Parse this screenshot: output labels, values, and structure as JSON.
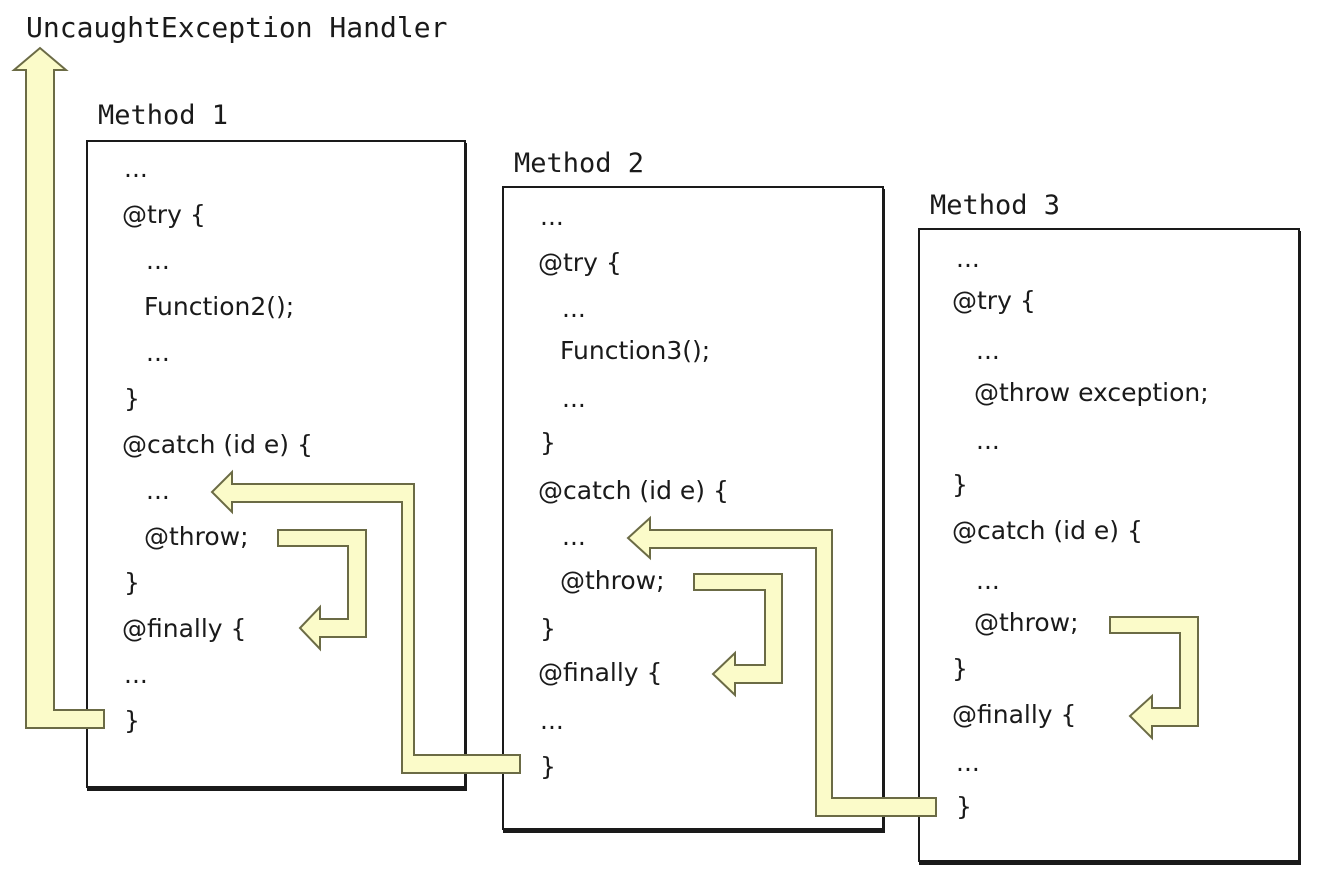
{
  "handler_title": "UncaughtException Handler",
  "methods": [
    {
      "title": "Method 1",
      "lines": [
        "...",
        "@try {",
        "...",
        "Function2();",
        "...",
        "}",
        "@catch (id e) {",
        "...",
        "@throw;",
        "}",
        "@finally {",
        "...",
        "}"
      ]
    },
    {
      "title": "Method 2",
      "lines": [
        "...",
        "@try {",
        "...",
        "Function3();",
        "...",
        "}",
        "@catch (id e) {",
        "...",
        "@throw;",
        "}",
        "@finally {",
        "...",
        "}"
      ]
    },
    {
      "title": "Method 3",
      "lines": [
        "...",
        "@try {",
        "...",
        "@throw exception;",
        "...",
        "}",
        "@catch (id e) {",
        "...",
        "@throw;",
        "}",
        "@finally {",
        "...",
        "}"
      ]
    }
  ],
  "colors": {
    "arrow_fill": "#fbfbc9",
    "arrow_stroke": "#6b6b45",
    "box_border": "#1a1a1a",
    "text": "#1a1a1a"
  }
}
